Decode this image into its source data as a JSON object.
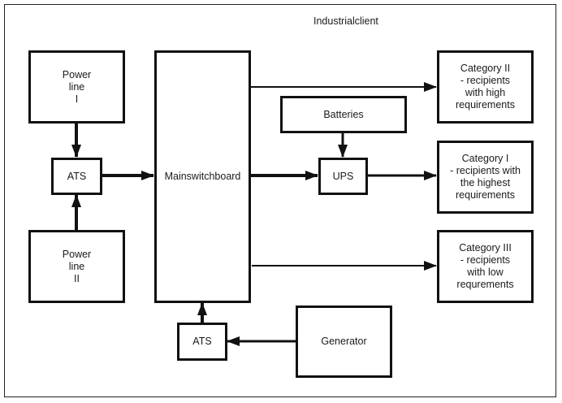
{
  "title": "Industrialclient",
  "nodes": {
    "power_line_1": "Power\nline\nI",
    "power_line_2": "Power\nline\nII",
    "ats_lines": "ATS",
    "main_switchboard": "Mainswitchboard",
    "ats_generator": "ATS",
    "generator": "Generator",
    "batteries": "Batteries",
    "ups": "UPS",
    "category_2": "Category II\n- recipients\nwith high\nrequirements",
    "category_1": "Category I\n- recipients with\nthe highest\nrequirements",
    "category_3": "Category III\n- recipients\nwith low\nrequrements"
  },
  "connections": [
    {
      "from": "power_line_1",
      "to": "ats_lines"
    },
    {
      "from": "power_line_2",
      "to": "ats_lines"
    },
    {
      "from": "ats_lines",
      "to": "main_switchboard"
    },
    {
      "from": "generator",
      "to": "ats_generator"
    },
    {
      "from": "ats_generator",
      "to": "main_switchboard"
    },
    {
      "from": "main_switchboard",
      "to": "category_2"
    },
    {
      "from": "main_switchboard",
      "to": "ups"
    },
    {
      "from": "batteries",
      "to": "ups"
    },
    {
      "from": "ups",
      "to": "category_1"
    },
    {
      "from": "main_switchboard",
      "to": "category_3"
    }
  ]
}
